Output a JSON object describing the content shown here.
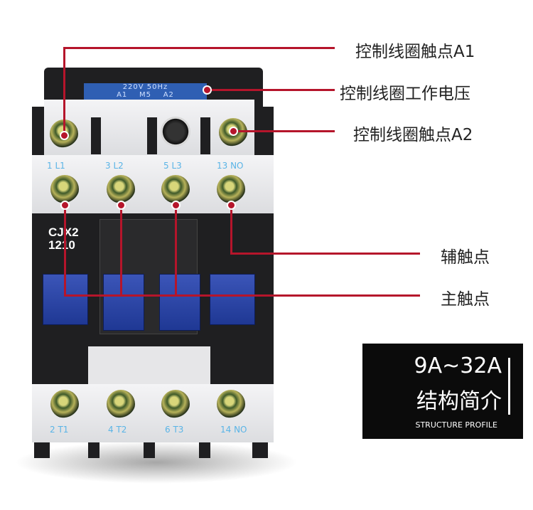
{
  "device": {
    "voltage_label": "220V 50Hz",
    "coil_terminals": "A1    M5    A2",
    "model_line1": "CJX2",
    "model_line2": "1210",
    "top_terminals": [
      "1 L1",
      "3 L2",
      "5 L3",
      "13 NO"
    ],
    "bottom_terminals": [
      "2 T1",
      "4 T2",
      "6 T3",
      "14 NO"
    ]
  },
  "callouts": {
    "coil_a1": "控制线圈触点A1",
    "coil_voltage": "控制线圈工作电压",
    "coil_a2": "控制线圈触点A2",
    "aux_contact": "辅触点",
    "main_contact": "主触点"
  },
  "profile_box": {
    "range": "9A~32A",
    "title": "结构简介",
    "subtitle": "STRUCTURE PROFILE"
  },
  "colors": {
    "accent": "#b5152b",
    "label_blue": "#2a45a8"
  }
}
